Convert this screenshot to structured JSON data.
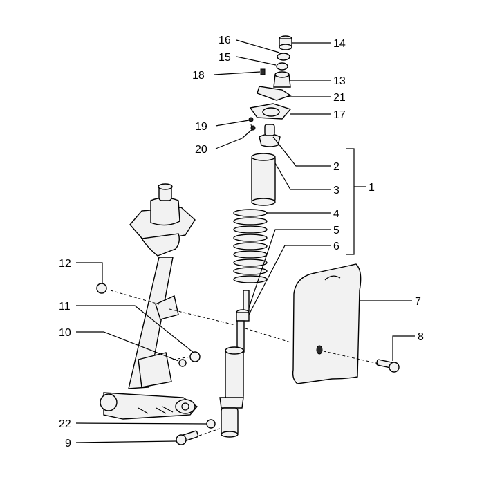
{
  "diagram": {
    "callouts": [
      {
        "id": "16",
        "text": "16"
      },
      {
        "id": "14",
        "text": "14"
      },
      {
        "id": "15",
        "text": "15"
      },
      {
        "id": "18",
        "text": "18"
      },
      {
        "id": "13",
        "text": "13"
      },
      {
        "id": "21",
        "text": "21"
      },
      {
        "id": "17",
        "text": "17"
      },
      {
        "id": "19",
        "text": "19"
      },
      {
        "id": "20",
        "text": "20"
      },
      {
        "id": "2",
        "text": "2"
      },
      {
        "id": "3",
        "text": "3"
      },
      {
        "id": "1",
        "text": "1"
      },
      {
        "id": "4",
        "text": "4"
      },
      {
        "id": "5",
        "text": "5"
      },
      {
        "id": "6",
        "text": "6"
      },
      {
        "id": "12",
        "text": "12"
      },
      {
        "id": "7",
        "text": "7"
      },
      {
        "id": "11",
        "text": "11"
      },
      {
        "id": "10",
        "text": "10"
      },
      {
        "id": "8",
        "text": "8"
      },
      {
        "id": "22",
        "text": "22"
      },
      {
        "id": "9",
        "text": "9"
      }
    ]
  }
}
